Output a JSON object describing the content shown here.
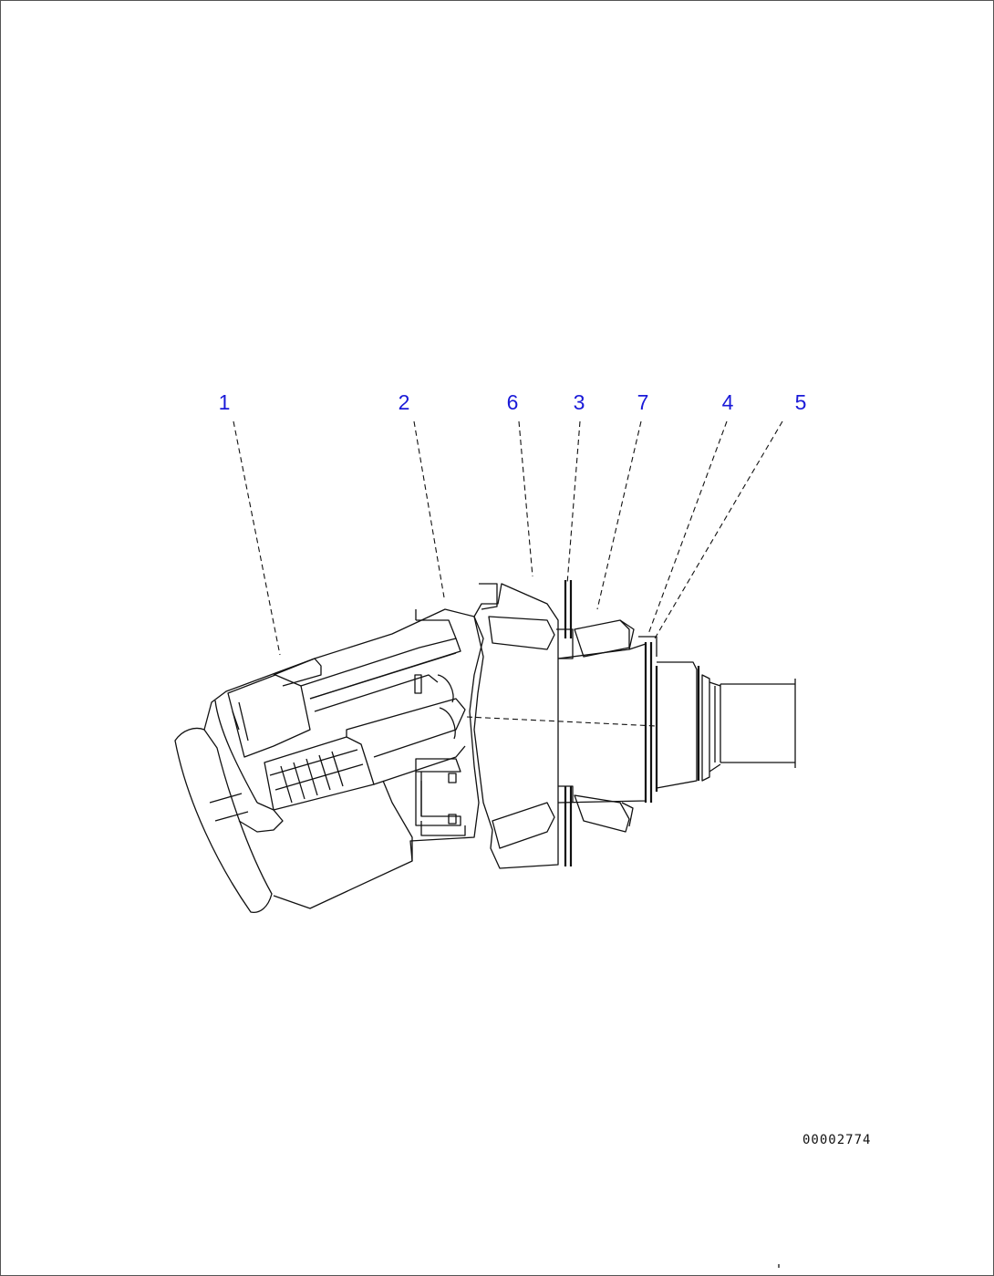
{
  "callouts": [
    {
      "id": "c1",
      "label": "1"
    },
    {
      "id": "c2",
      "label": "2"
    },
    {
      "id": "c6",
      "label": "6"
    },
    {
      "id": "c3",
      "label": "3"
    },
    {
      "id": "c7",
      "label": "7"
    },
    {
      "id": "c4",
      "label": "4"
    },
    {
      "id": "c5",
      "label": "5"
    }
  ],
  "drawing_code": "00002774",
  "colors": {
    "callout": "#1a1ad8",
    "line": "#111111"
  }
}
